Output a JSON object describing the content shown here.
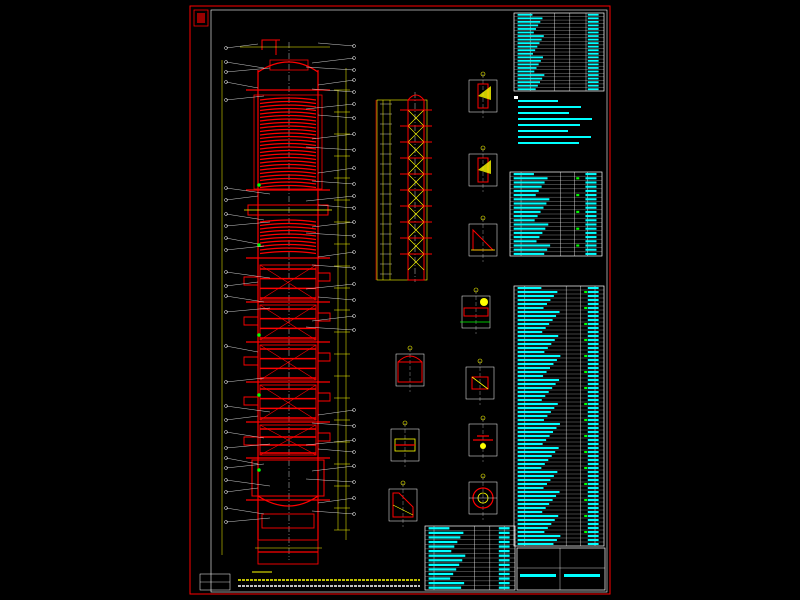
{
  "app": {
    "background": "#000000"
  },
  "colors": {
    "frame": "#ff0000",
    "vessel": "#ff0000",
    "dimension": "#ffff00",
    "annotation": "#ffffff",
    "table_fill": "#00ffff",
    "table_line": "#ffffff",
    "highlight": "#00ff00",
    "marker": "#ffff00"
  },
  "drawing": {
    "sheet_mark": "",
    "title_block_text": "",
    "main_view": {
      "sections": [
        {
          "name": "top-head"
        },
        {
          "name": "upper-coil-bank"
        },
        {
          "name": "upper-flange"
        },
        {
          "name": "middle-coil-bank"
        },
        {
          "name": "tray-section-1"
        },
        {
          "name": "tray-section-2"
        },
        {
          "name": "tray-section-3"
        },
        {
          "name": "tray-section-4"
        },
        {
          "name": "bottom-head"
        },
        {
          "name": "skirt-support"
        }
      ]
    },
    "side_view": {
      "truss_panels": 10
    },
    "detail_views": [
      {
        "name": "detail-nozzle-a"
      },
      {
        "name": "detail-nozzle-b"
      },
      {
        "name": "detail-support-c"
      },
      {
        "name": "detail-flange-d"
      },
      {
        "name": "detail-manhole-e"
      },
      {
        "name": "detail-lug-f"
      },
      {
        "name": "detail-plate-g"
      },
      {
        "name": "detail-clip-h"
      },
      {
        "name": "detail-bracket-i"
      },
      {
        "name": "detail-ring-j"
      }
    ],
    "tables": [
      {
        "name": "design-data-table",
        "rows": 22
      },
      {
        "name": "technical-notes",
        "rows": 8
      },
      {
        "name": "nozzle-schedule-table",
        "rows": 20
      },
      {
        "name": "parts-list-table",
        "rows": 65
      },
      {
        "name": "bottom-bom-table",
        "rows": 14
      }
    ]
  }
}
